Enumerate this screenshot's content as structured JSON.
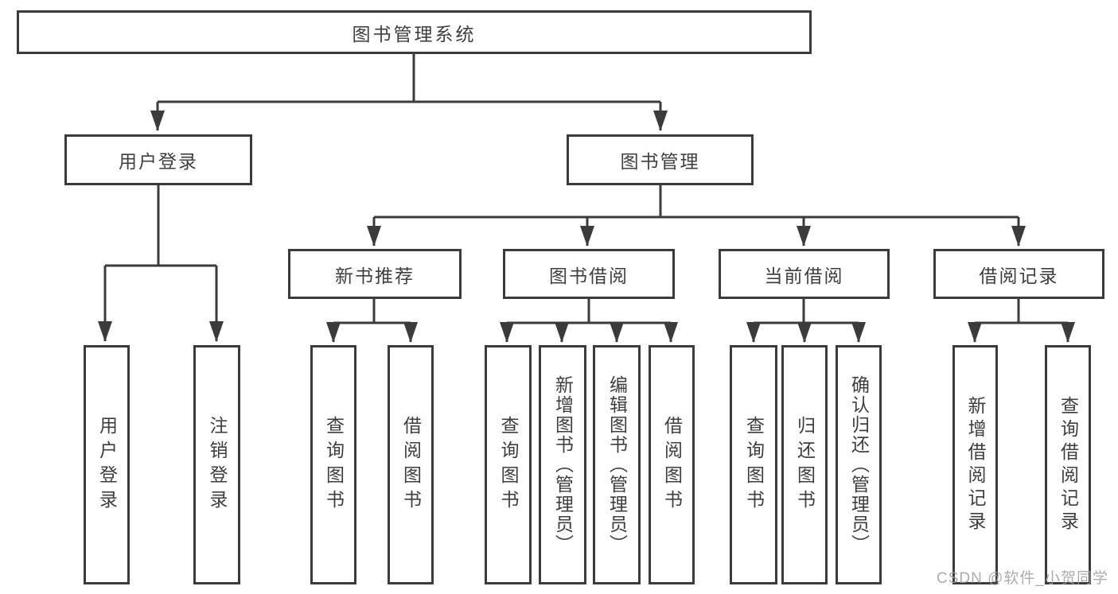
{
  "diagram_title": "图书管理系统",
  "colors": {
    "line": "#3b3b3b",
    "text": "#3e3e3e",
    "watermark": "#9e9e9e",
    "background": "#ffffff"
  },
  "nodes": {
    "root": "图书管理系统",
    "user_login": "用户登录",
    "book_mgmt": "图书管理",
    "new_book_rec": "新书推荐",
    "book_borrow": "图书借阅",
    "current_borrow": "当前借阅",
    "borrow_records": "借阅记录",
    "leaf_user_login": "用户登录",
    "leaf_logout": "注销登录",
    "leaf_query_book_1": "查询图书",
    "leaf_borrow_book_1": "借阅图书",
    "leaf_query_book_2": "查询图书",
    "leaf_add_book": "新增图书（管理员）",
    "leaf_edit_book": "编辑图书（管理员）",
    "leaf_borrow_book_2": "借阅图书",
    "leaf_query_book_3": "查询图书",
    "leaf_return_book": "归还图书",
    "leaf_confirm_return": "确认归还（管理员）",
    "leaf_add_record": "新增借阅记录",
    "leaf_query_record": "查询借阅记录"
  },
  "hierarchy": {
    "root": [
      "user_login",
      "book_mgmt"
    ],
    "user_login": [
      "leaf_user_login",
      "leaf_logout"
    ],
    "book_mgmt": [
      "new_book_rec",
      "book_borrow",
      "current_borrow",
      "borrow_records"
    ],
    "new_book_rec": [
      "leaf_query_book_1",
      "leaf_borrow_book_1"
    ],
    "book_borrow": [
      "leaf_query_book_2",
      "leaf_add_book",
      "leaf_edit_book",
      "leaf_borrow_book_2"
    ],
    "current_borrow": [
      "leaf_query_book_3",
      "leaf_return_book",
      "leaf_confirm_return"
    ],
    "borrow_records": [
      "leaf_add_record",
      "leaf_query_record"
    ]
  },
  "watermark": "CSDN @软件_小贺同学"
}
